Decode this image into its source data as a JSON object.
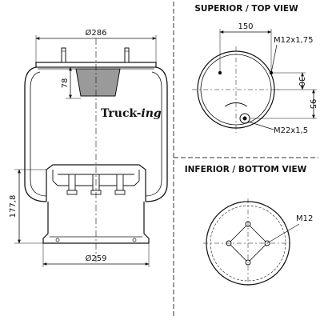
{
  "side_view": {
    "dim_top_diameter": "Ø286",
    "dim_bottom_diameter": "Ø259",
    "dim_height_top": "78",
    "dim_height_total": "177,8",
    "brand_main": "Truck-",
    "brand_suffix": "ing"
  },
  "top_view": {
    "heading": "SUPERIOR / TOP VIEW",
    "dim_spacing": "150",
    "thread_top": "M12x1,75",
    "dim_offset_a": "30",
    "dim_offset_b": "95",
    "thread_air": "M22x1,5"
  },
  "bottom_view": {
    "heading": "INFERIOR / BOTTOM VIEW",
    "thread_bottom": "M12"
  }
}
